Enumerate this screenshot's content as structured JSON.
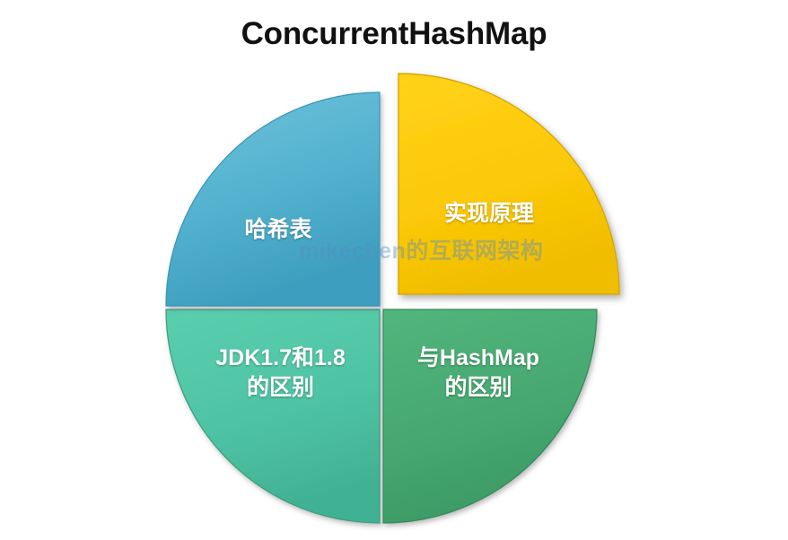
{
  "title": "ConcurrentHashMap",
  "watermark": "mikechen的互联网架构",
  "colors": {
    "background": "#ffffff",
    "title_text": "#111111",
    "label_text": "#ffffff",
    "blue": "#55B4D0",
    "blue_dark": "#3E9EBF",
    "yellow": "#FCC907",
    "yellow_dark": "#E0AE05",
    "teal": "#4FC4A4",
    "teal_dark": "#3FAE90",
    "green": "#45A86F",
    "green_dark": "#3A9460",
    "watermark": "#568CC4"
  },
  "chart_data": {
    "type": "pie",
    "title": "ConcurrentHashMap",
    "center": [
      425,
      343
    ],
    "radius": 240,
    "grid": false,
    "legend": "none",
    "labels_inside": true,
    "categories": [
      "实现原理",
      "哈希表",
      "JDK1.7和1.8的区别",
      "与HashMap的区别"
    ],
    "values": [
      25,
      25,
      25,
      25
    ],
    "slices": [
      {
        "name": "implementation-principle",
        "label": "实现原理",
        "label_lines": [
          "实现原理"
        ],
        "value": 25,
        "percent": "25%",
        "start_angle": 0,
        "end_angle": 90,
        "color": "#FCC907",
        "exploded": true
      },
      {
        "name": "hash-table",
        "label": "哈希表",
        "label_lines": [
          "哈希表"
        ],
        "value": 25,
        "percent": "25%",
        "start_angle": 270,
        "end_angle": 360,
        "color": "#55B4D0",
        "exploded": false
      },
      {
        "name": "jdk-17-18-difference",
        "label": "JDK1.7和1.8\n的区别",
        "label_lines": [
          "JDK1.7和1.8",
          "的区别"
        ],
        "value": 25,
        "percent": "25%",
        "start_angle": 180,
        "end_angle": 270,
        "color": "#4FC4A4",
        "exploded": false
      },
      {
        "name": "vs-hashmap-difference",
        "label": "与HashMap\n的区别",
        "label_lines": [
          "与HashMap",
          "的区别"
        ],
        "value": 25,
        "percent": "25%",
        "start_angle": 90,
        "end_angle": 180,
        "color": "#45A86F",
        "exploded": false
      }
    ]
  }
}
